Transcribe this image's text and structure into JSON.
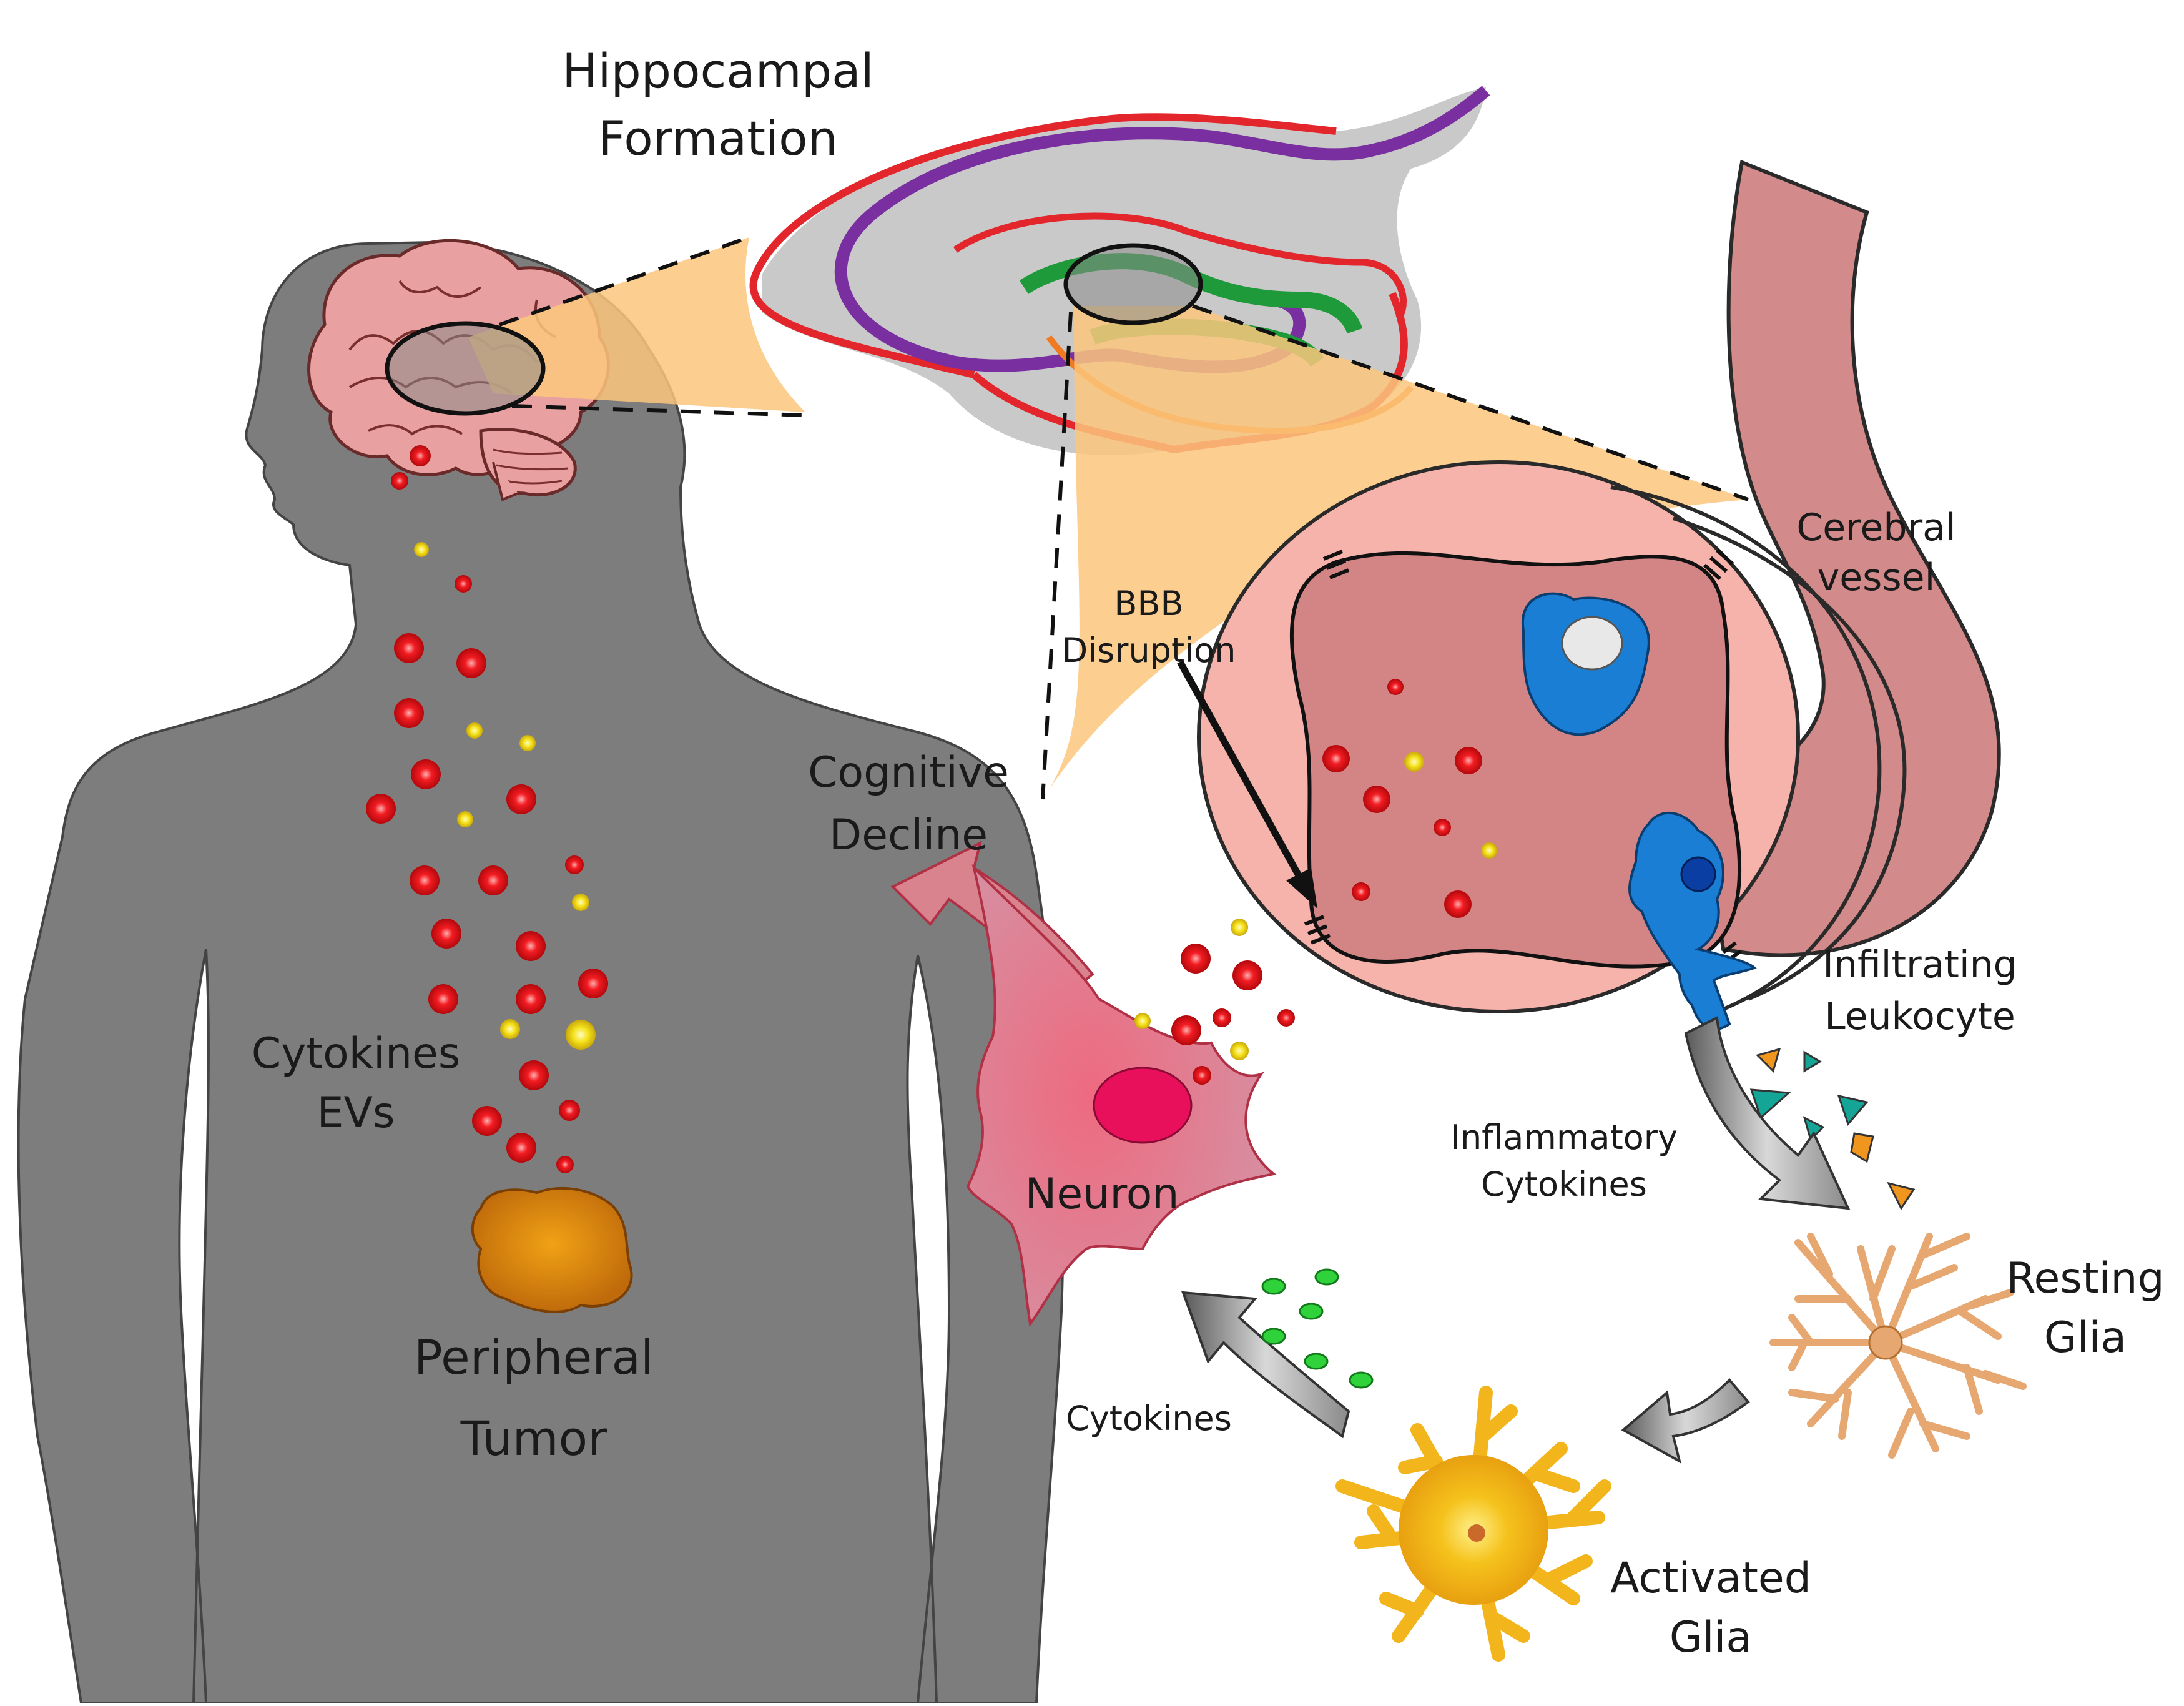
{
  "labels": {
    "hippocampal_line1": "Hippocampal",
    "hippocampal_line2": "Formation",
    "cerebral_line1": "Cerebral",
    "cerebral_line2": "vessel",
    "bbb_line1": "BBB",
    "bbb_line2": "Disruption",
    "cognitive_line1": "Cognitive",
    "cognitive_line2": "Decline",
    "infiltrating_line1": "Infiltrating",
    "infiltrating_line2": "Leukocyte",
    "inflammatory_line1": "Inflammatory",
    "inflammatory_line2": "Cytokines",
    "resting_line1": "Resting",
    "resting_line2": "Glia",
    "activated_line1": "Activated",
    "activated_line2": "Glia",
    "neuron": "Neuron",
    "cytokines_glia": "Cytokines",
    "cytokines_body_line1": "Cytokines",
    "cytokines_body_line2": "EVs",
    "tumor_line1": "Peripheral",
    "tumor_line2": "Tumor"
  },
  "colors": {
    "body": "#7a7a7a",
    "brain": "#e8a0a0",
    "zoom_cone": "#fbc77d",
    "vessel": "#d28a8a",
    "vessel_inner": "#f6b3ab",
    "hippo_fill": "#c8c8c8",
    "hippo_red": "#e2262b",
    "hippo_purple": "#7a2fa0",
    "hippo_green": "#1f9a3a",
    "cytokine_red": "#e8161b",
    "ev_yellow": "#f2e21c",
    "neuron": "#e0707e",
    "nucleus": "#e8105a",
    "leukocyte": "#1a7fd4",
    "resting_glia": "#e7a770",
    "activated_glia": "#f2b51c",
    "tumor": "#e08a10",
    "arrow_gray": "#9a9a9a",
    "teal": "#14a597",
    "orange": "#f0951e",
    "green_ev": "#2fd23a"
  },
  "icons": [
    "human-silhouette-icon",
    "brain-icon",
    "hippocampus-icon",
    "blood-vessel-icon",
    "leukocyte-icon",
    "neuron-icon",
    "resting-glia-icon",
    "activated-glia-icon",
    "tumor-icon"
  ]
}
